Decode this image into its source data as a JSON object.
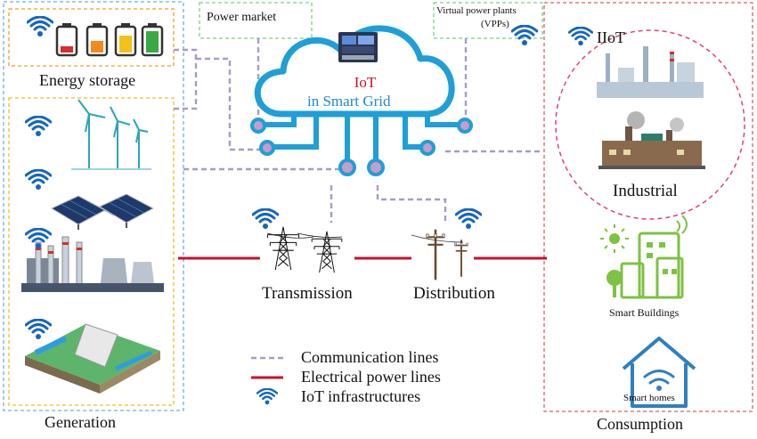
{
  "cloud": {
    "title": "IoT",
    "subtitle": "in Smart Grid"
  },
  "top": {
    "power_market": "Power market",
    "vpp_line1": "Virtual power plants",
    "vpp_line2": "(VPPs)"
  },
  "left": {
    "energy_storage": "Energy storage",
    "generation": "Generation"
  },
  "middle": {
    "transmission": "Transmission",
    "distribution": "Distribution"
  },
  "right": {
    "iiot": "IIoT",
    "industrial": "Industrial",
    "smart_buildings": "Smart Buildings",
    "smart_homes": "Smart homes",
    "consumption": "Consumption"
  },
  "legend": {
    "communication": "Communication lines",
    "electrical": "Electrical power lines",
    "iot": "IoT infrastructures"
  },
  "colors": {
    "cloud": "#1e9fd8",
    "comm": "#a99bc6",
    "power": "#c8102e",
    "wifi": "#1565c0",
    "storage_border": "#f0a020",
    "generation_border": "#e9c21c",
    "left_outer": "#6ab0de",
    "consumption_border": "#d86060",
    "iiot_circle": "#e0407a",
    "topbox_border": "#7ccf8a",
    "building": "#7dc242",
    "home": "#2f7fc1"
  }
}
